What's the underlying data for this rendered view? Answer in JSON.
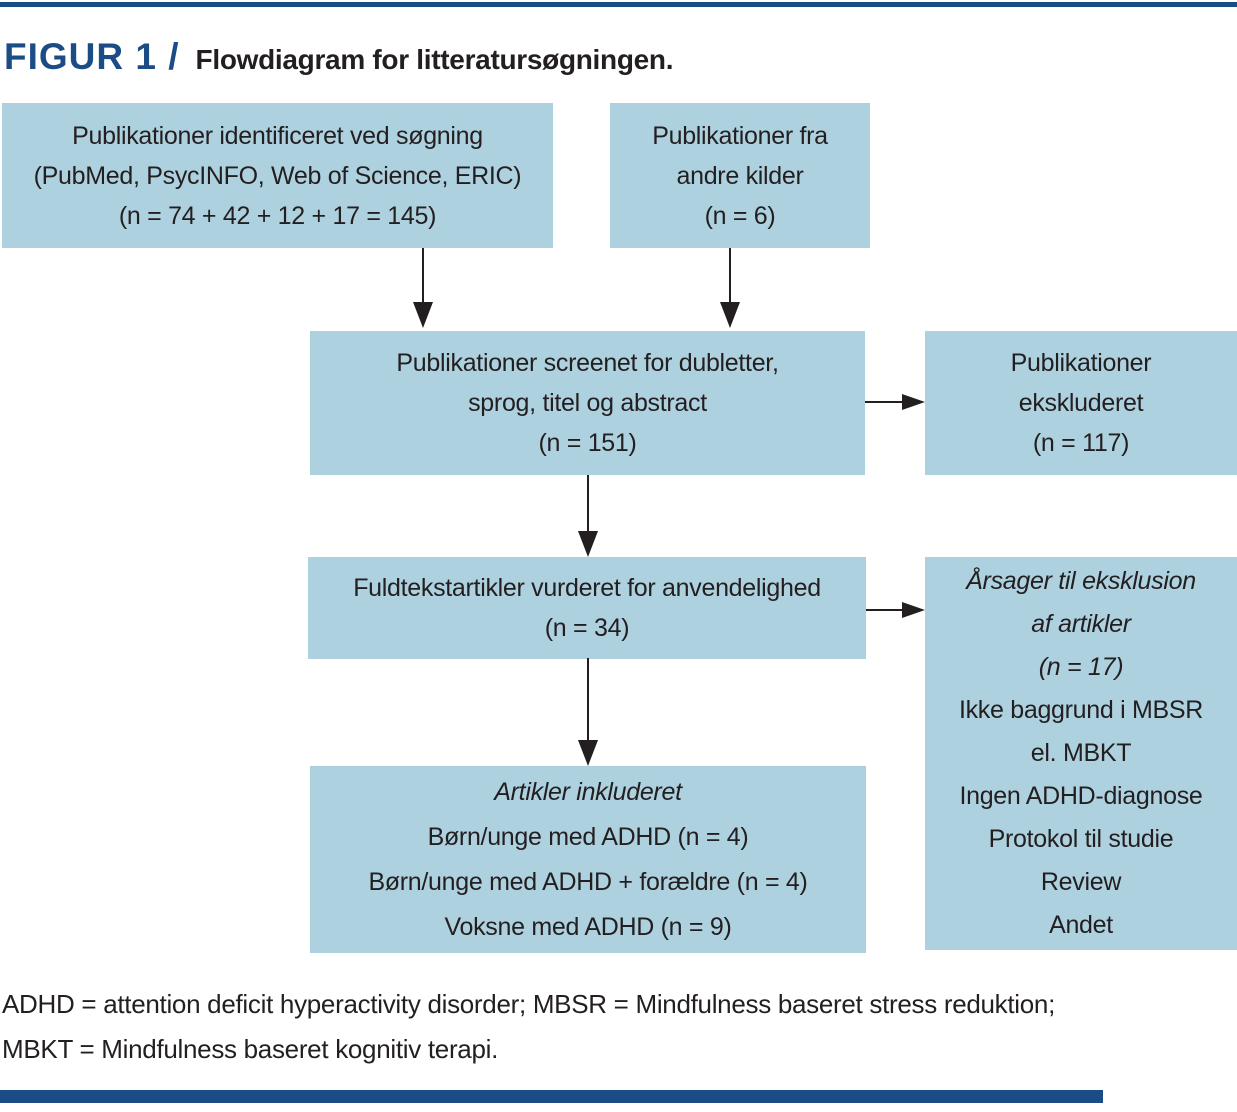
{
  "title": {
    "label": "FIGUR 1 /",
    "text": "Flowdiagram for litteratursøgningen."
  },
  "boxes": {
    "identified": {
      "lines": [
        "Publikationer identificeret ved søgning",
        "(PubMed, PsycINFO, Web of Science, ERIC)",
        "(n = 74 + 42 + 12 + 17 = 145)"
      ]
    },
    "other_sources": {
      "lines": [
        "Publikationer fra",
        "andre kilder",
        "(n = 6)"
      ]
    },
    "screened": {
      "lines": [
        "Publikationer screenet for dubletter,",
        "sprog, titel og abstract",
        "(n = 151)"
      ]
    },
    "excluded": {
      "lines": [
        "Publikationer",
        "ekskluderet",
        "(n = 117)"
      ]
    },
    "fulltext": {
      "lines": [
        "Fuldtekstartikler vurderet for anvendelighed",
        "(n = 34)"
      ]
    },
    "reasons": {
      "italic_lines": [
        "Årsager til eksklusion",
        "af artikler",
        "(n = 17)"
      ],
      "lines": [
        "Ikke baggrund i MBSR",
        "el. MBKT",
        "Ingen ADHD-diagnose",
        "Protokol til studie",
        "Review",
        "Andet"
      ]
    },
    "included": {
      "italic_lines": [
        "Artikler inkluderet"
      ],
      "lines": [
        "Børn/unge med ADHD (n = 4)",
        "Børn/unge med ADHD + forældre (n = 4)",
        "Voksne med ADHD (n = 9)"
      ]
    }
  },
  "footnote": {
    "lines": [
      "ADHD = attention deficit hyperactivity disorder; MBSR = Mindfulness baseret stress reduktion;",
      "MBKT = Mindfulness baseret kognitiv terapi."
    ]
  },
  "colors": {
    "accent_navy": "#1b4c86",
    "box_blue": "#aed1e0",
    "text": "#231f20"
  }
}
